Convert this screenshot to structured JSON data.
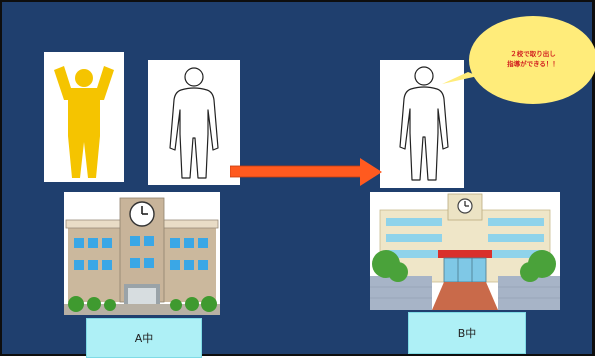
{
  "speech_bubble": {
    "line1": "２校で取り出し",
    "line2": "指導ができる！！"
  },
  "schools": {
    "a_label": "A中",
    "b_label": "B中"
  },
  "colors": {
    "background": "#1f3f6e",
    "arrow": "#ff5a1f",
    "label_box": "#aef0f6",
    "person_teacher": "#f5c400",
    "bubble": "#ffec7a",
    "bubble_text": "#d22020"
  },
  "icons": {
    "teacher": "person-arms-raised-icon",
    "student_a": "person-outline-icon",
    "student_b": "person-outline-icon",
    "school_a": "school-building-a-icon",
    "school_b": "school-building-b-icon",
    "arrow": "right-arrow-icon"
  }
}
